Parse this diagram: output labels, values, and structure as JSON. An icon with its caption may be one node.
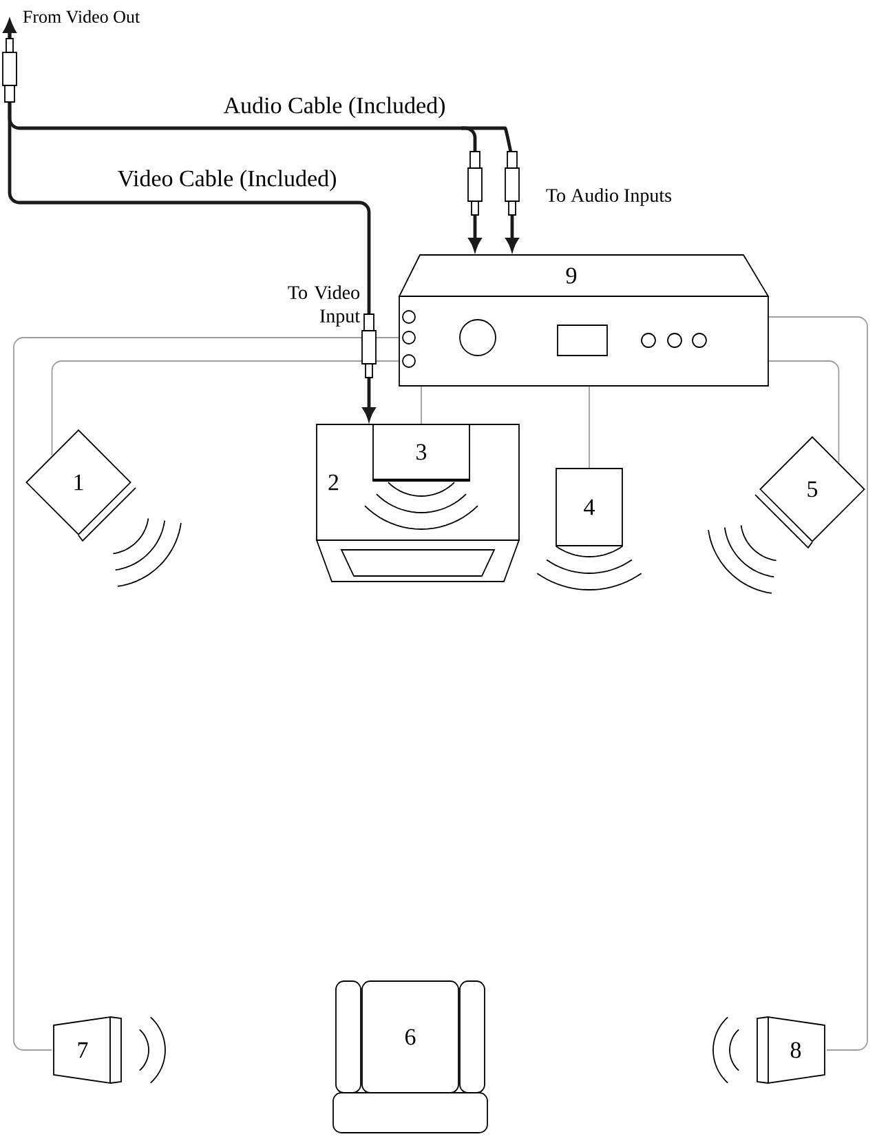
{
  "diagram": {
    "nodes": [
      {
        "text": [
          "From Video Out"
        ]
      },
      {
        "text": [
          "9"
        ]
      },
      {
        "text": [
          "1"
        ]
      },
      {
        "text": [
          "2"
        ]
      },
      {
        "text": [
          "3"
        ],
        "in": 3
      },
      {
        "text": [
          "4"
        ]
      },
      {
        "text": [
          "5"
        ]
      },
      {
        "text": [
          "6"
        ]
      },
      {
        "text": [
          "7"
        ]
      },
      {
        "text": [
          "8"
        ]
      }
    ],
    "edges": [
      {
        "from": 0,
        "to": 1,
        "arrow": "to",
        "label": "Audio Cable (Included)",
        "style": "thick",
        "color": "#1a1a1a"
      },
      {
        "from": 0,
        "to": 3,
        "arrow": "to",
        "label": "Video Cable (Included)",
        "style": "thick",
        "color": "#1a1a1a"
      },
      {
        "from": null,
        "to": 0,
        "arrow": "to",
        "color": "#1a1a1a"
      },
      {
        "from": 1,
        "to": 2,
        "arrow": "none"
      },
      {
        "from": 1,
        "to": 4,
        "arrow": "none"
      },
      {
        "from": 1,
        "to": 5,
        "arrow": "none"
      },
      {
        "from": 1,
        "to": 6,
        "arrow": "none"
      },
      {
        "from": 1,
        "to": 8,
        "arrow": "none"
      },
      {
        "from": 1,
        "to": 9,
        "arrow": "none"
      }
    ],
    "labels": [
      "To Audio Inputs",
      "To Video Input"
    ]
  }
}
